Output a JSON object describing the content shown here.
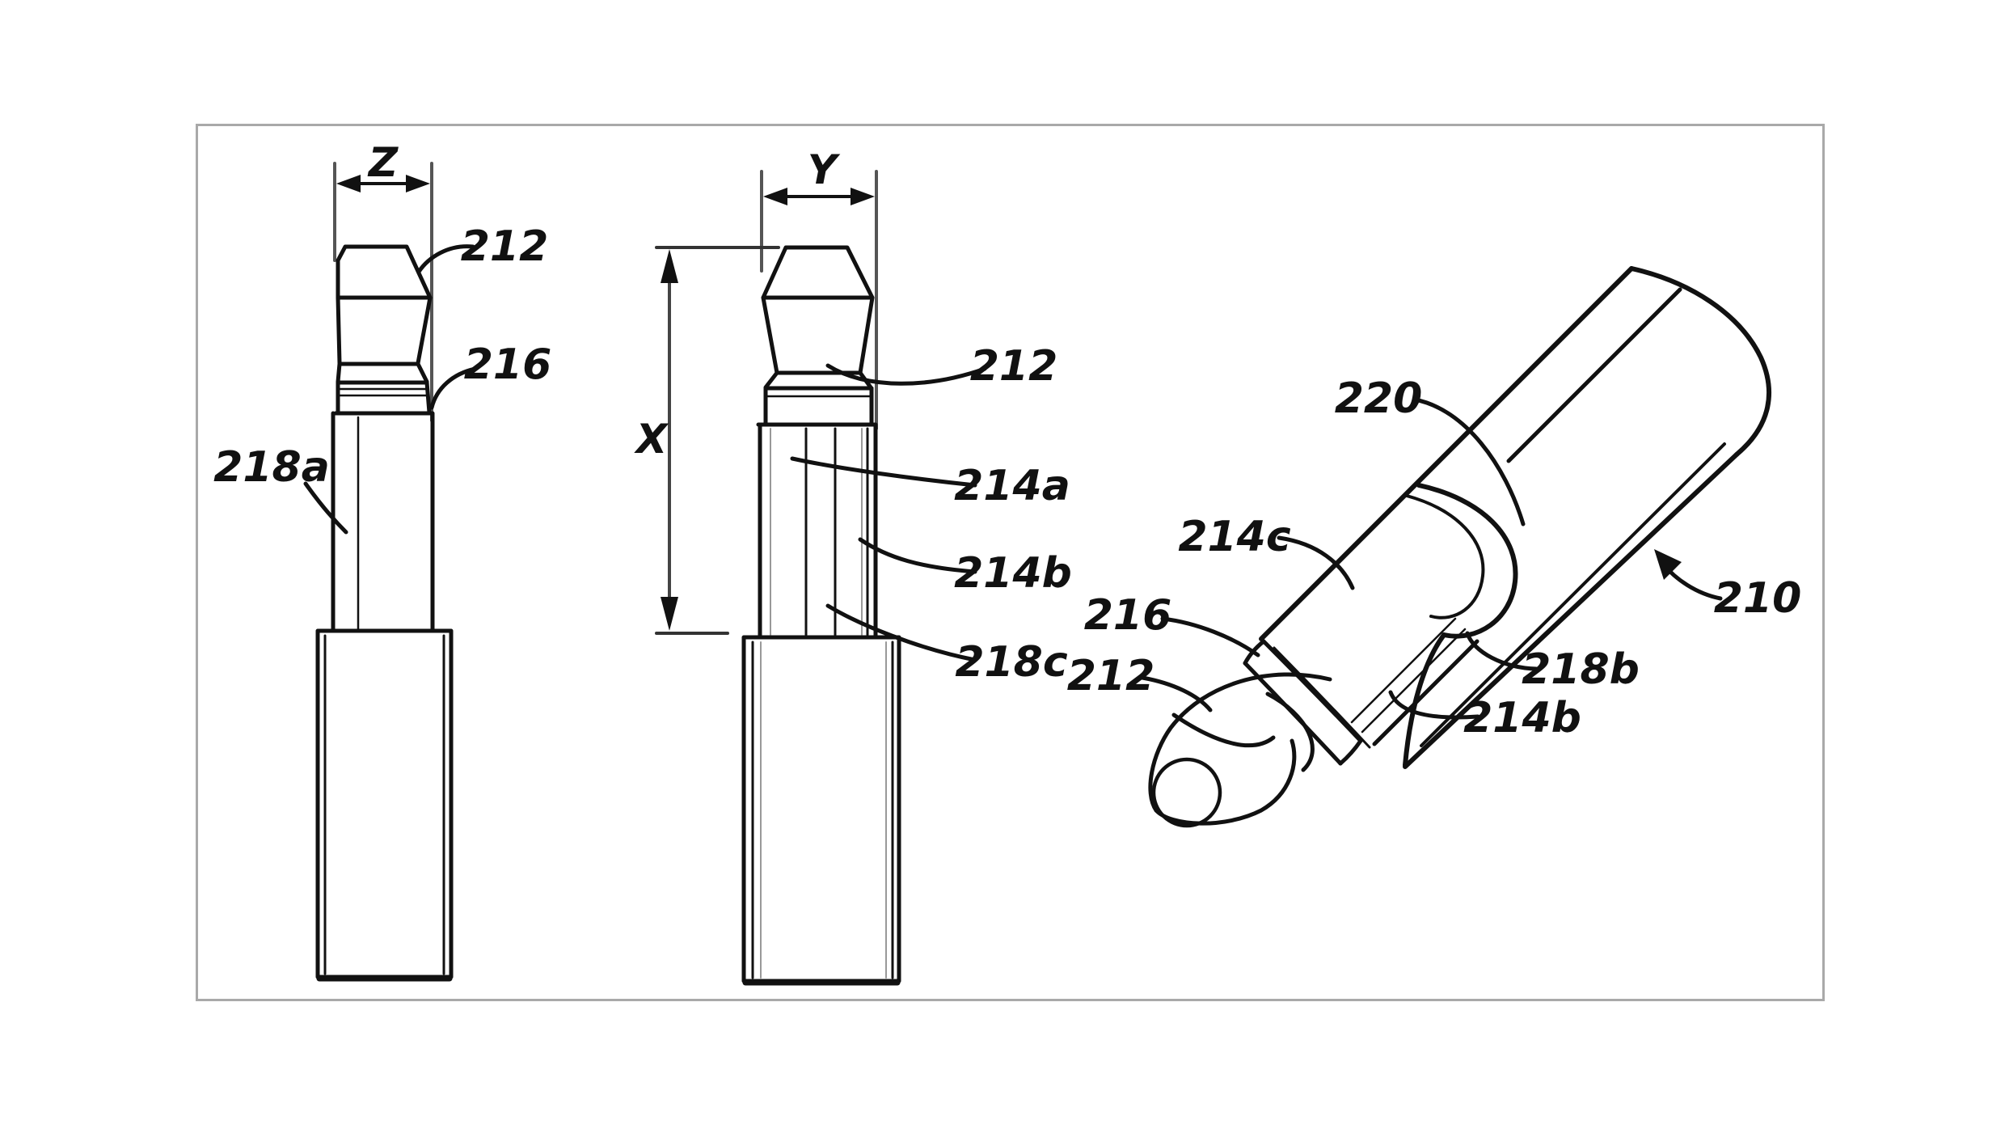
{
  "figure": {
    "description": "Patent-style technical drawing of an audio plug connector shown in three views",
    "background_color": "#ffffff",
    "frame_border_color": "#a9a9a9",
    "line_color": "#111111",
    "views": {
      "side_view": {
        "dimension_labels": [
          "Z"
        ],
        "part_labels": [
          "212",
          "216",
          "218a"
        ]
      },
      "front_view": {
        "dimension_labels": [
          "Y",
          "X"
        ],
        "part_labels": [
          "212",
          "214a",
          "214b",
          "218c"
        ]
      },
      "perspective_view": {
        "part_labels": [
          "220",
          "214c",
          "216",
          "212",
          "218b",
          "214b",
          "210"
        ]
      }
    },
    "labels": {
      "dim_z": "Z",
      "dim_y": "Y",
      "dim_x": "X",
      "side_212": "212",
      "side_216": "216",
      "side_218a": "218a",
      "front_212": "212",
      "front_214a": "214a",
      "front_214b": "214b",
      "front_218c": "218c",
      "persp_220": "220",
      "persp_214c": "214c",
      "persp_216": "216",
      "persp_212": "212",
      "persp_218b": "218b",
      "persp_214b": "214b",
      "persp_210": "210"
    }
  }
}
